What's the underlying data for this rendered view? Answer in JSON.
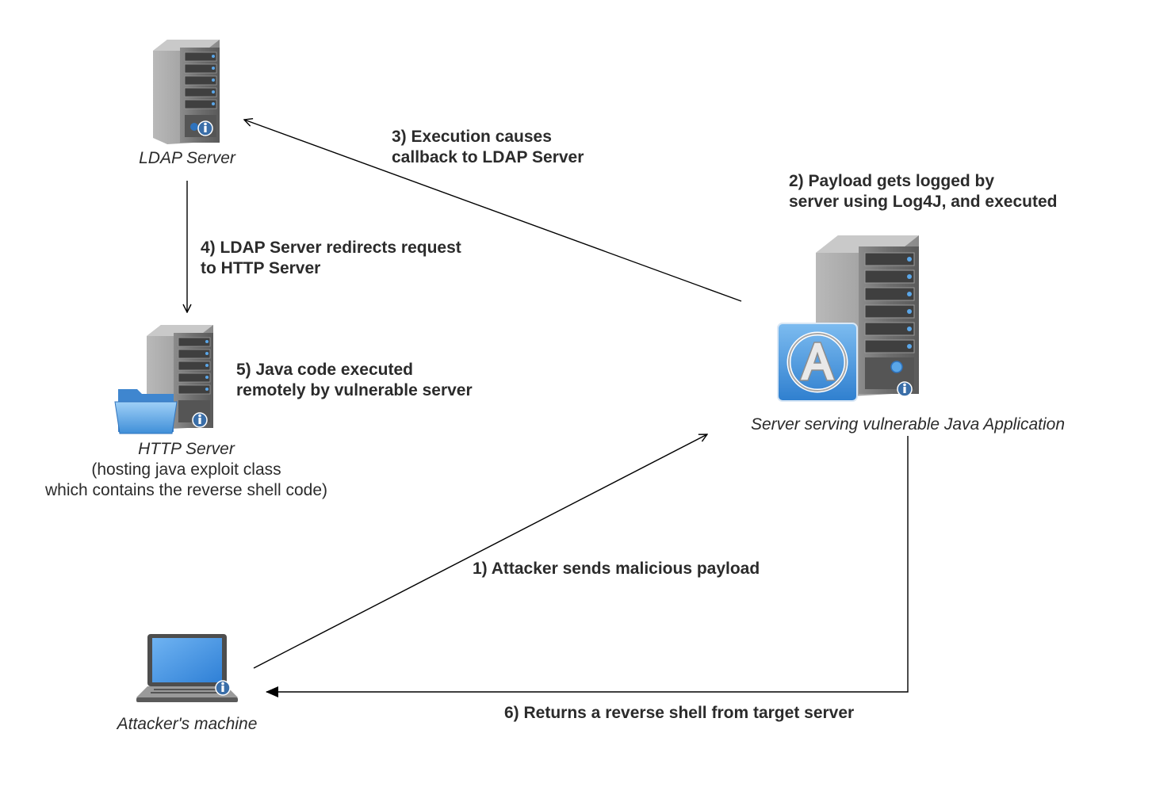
{
  "nodes": {
    "ldap": {
      "label": "LDAP Server"
    },
    "http": {
      "label": "HTTP Server",
      "sublines": [
        "(hosting java exploit class",
        "which contains the reverse shell code)"
      ]
    },
    "target": {
      "label": "Server serving vulnerable Java Application"
    },
    "attacker": {
      "label": "Attacker's machine"
    }
  },
  "steps": {
    "s1": {
      "line1": "1) Attacker sends malicious payload"
    },
    "s2": {
      "line1": "2) Payload gets logged by",
      "line2": "server using Log4J, and executed"
    },
    "s3": {
      "line1": "3) Execution causes",
      "line2": "callback to LDAP Server"
    },
    "s4": {
      "line1": "4) LDAP Server redirects request",
      "line2": "to HTTP Server"
    },
    "s5": {
      "line1": "5) Java code executed",
      "line2": "remotely by vulnerable server"
    },
    "s6": {
      "line1": "6) Returns a reverse shell from target server"
    }
  },
  "icons": {
    "ldap": "server-icon",
    "http": "server-with-folder-icon",
    "target": "server-with-app-icon",
    "attacker": "laptop-icon",
    "badge": "info-icon"
  },
  "colors": {
    "server_body": "#7a7a7a",
    "server_dark": "#4a4a4a",
    "accent_blue": "#4a90d9",
    "screen_blue": "#3d8fe0",
    "line": "#000000",
    "text": "#2b2b2b"
  }
}
